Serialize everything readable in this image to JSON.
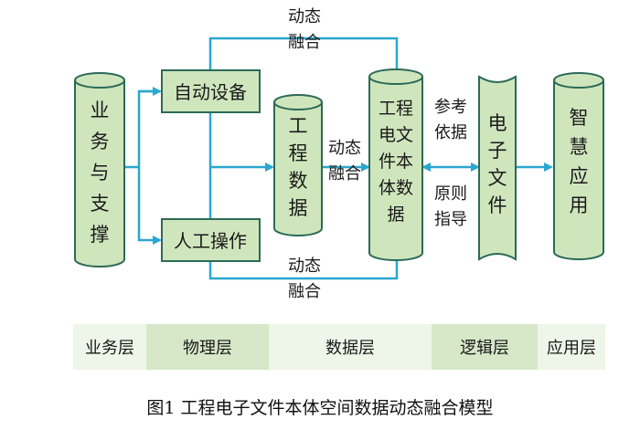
{
  "colors": {
    "node_fill": "#cfe6bd",
    "node_stroke": "#2b6a57",
    "arrow": "#2aa7cf",
    "layer_light": "#eef5e9",
    "layer_dark": "#d6e8c8"
  },
  "nodes": {
    "business": "业务与支撑",
    "auto_device": "自动设备",
    "manual_op": "人工操作",
    "eng_data": "工程数据",
    "ontology_data": "工程电文件本体数据",
    "e_file": "电子文件",
    "smart_app": "智慧应用"
  },
  "labels": {
    "dynamic_top": "动态融合",
    "dynamic_mid": "动态融合",
    "dynamic_bottom": "动态融合",
    "reference": "参考依据",
    "principle": "原则指导"
  },
  "layers": [
    "业务层",
    "物理层",
    "数据层",
    "逻辑层",
    "应用层"
  ],
  "caption": "图1 工程电子文件本体空间数据动态融合模型"
}
